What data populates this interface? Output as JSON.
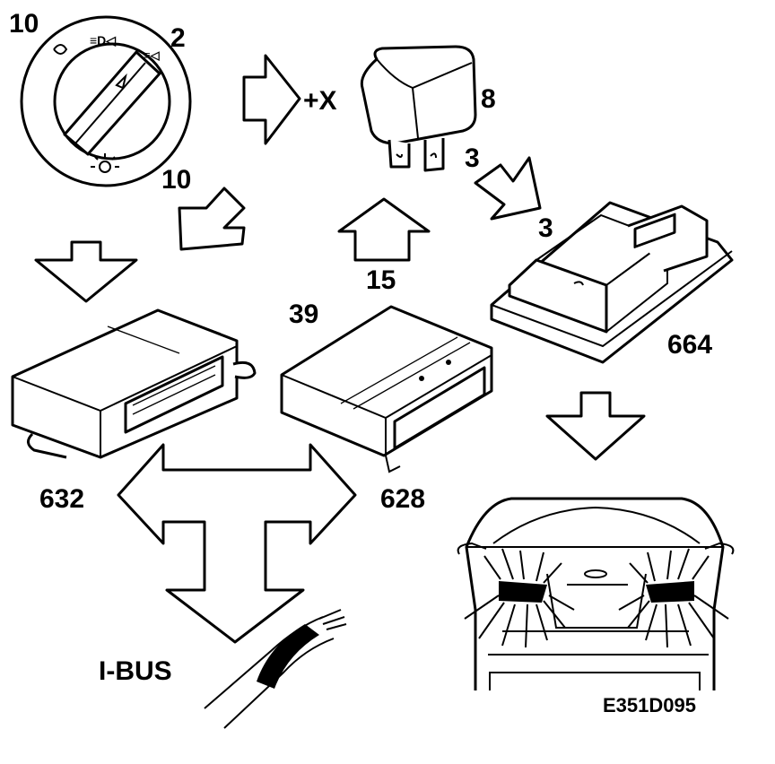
{
  "labels": {
    "switch_left": "10",
    "switch_right": "2",
    "arrow_switch": "10",
    "relay_input": "+X",
    "relay_num": "8",
    "relay_out": "3",
    "box664_in": "3",
    "arrow_up": "15",
    "box628_in": "39",
    "box664": "664",
    "box632": "632",
    "box628": "628",
    "ibus": "I-BUS",
    "figure_code": "E351D095"
  }
}
